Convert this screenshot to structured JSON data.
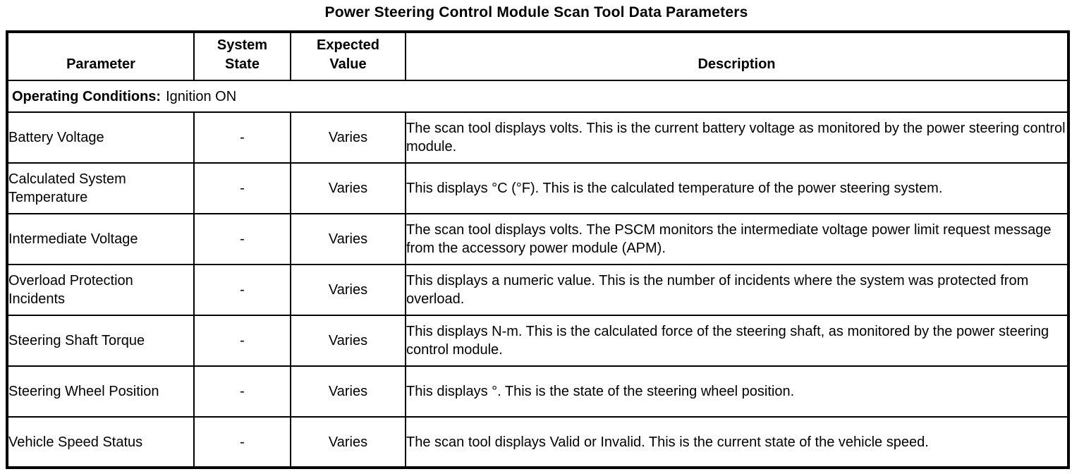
{
  "page": {
    "title": "Power Steering Control Module Scan Tool Data Parameters"
  },
  "table": {
    "columns": [
      "Parameter",
      "System State",
      "Expected Value",
      "Description"
    ],
    "operating_conditions": {
      "label": "Operating Conditions:",
      "value": "Ignition ON"
    },
    "rows": [
      {
        "parameter": "Battery Voltage",
        "system_state": "-",
        "expected_value": "Varies",
        "description": "The scan tool displays volts. This is the current battery voltage as monitored by the power steering control module."
      },
      {
        "parameter": "Calculated System Temperature",
        "system_state": "-",
        "expected_value": "Varies",
        "description": "This displays °C (°F). This is the calculated temperature of the power steering system."
      },
      {
        "parameter": "Intermediate Voltage",
        "system_state": "-",
        "expected_value": "Varies",
        "description": "The scan tool displays volts. The PSCM monitors the intermediate voltage power limit request message from the accessory power module (APM)."
      },
      {
        "parameter": "Overload Protection Incidents",
        "system_state": "-",
        "expected_value": "Varies",
        "description": "This displays a numeric value. This is the number of incidents where the system was protected from overload."
      },
      {
        "parameter": "Steering Shaft Torque",
        "system_state": "-",
        "expected_value": "Varies",
        "description": "This displays N-m. This is the calculated force of the steering shaft, as monitored by the power steering control module."
      },
      {
        "parameter": "Steering Wheel Position",
        "system_state": "-",
        "expected_value": "Varies",
        "description": "This displays °. This is the state of the steering wheel position."
      },
      {
        "parameter": "Vehicle Speed Status",
        "system_state": "-",
        "expected_value": "Varies",
        "description": "The scan tool displays Valid or Invalid. This is the current state of the vehicle speed."
      }
    ]
  },
  "colors": {
    "border": "#000000",
    "background": "#ffffff",
    "text": "#000000"
  }
}
